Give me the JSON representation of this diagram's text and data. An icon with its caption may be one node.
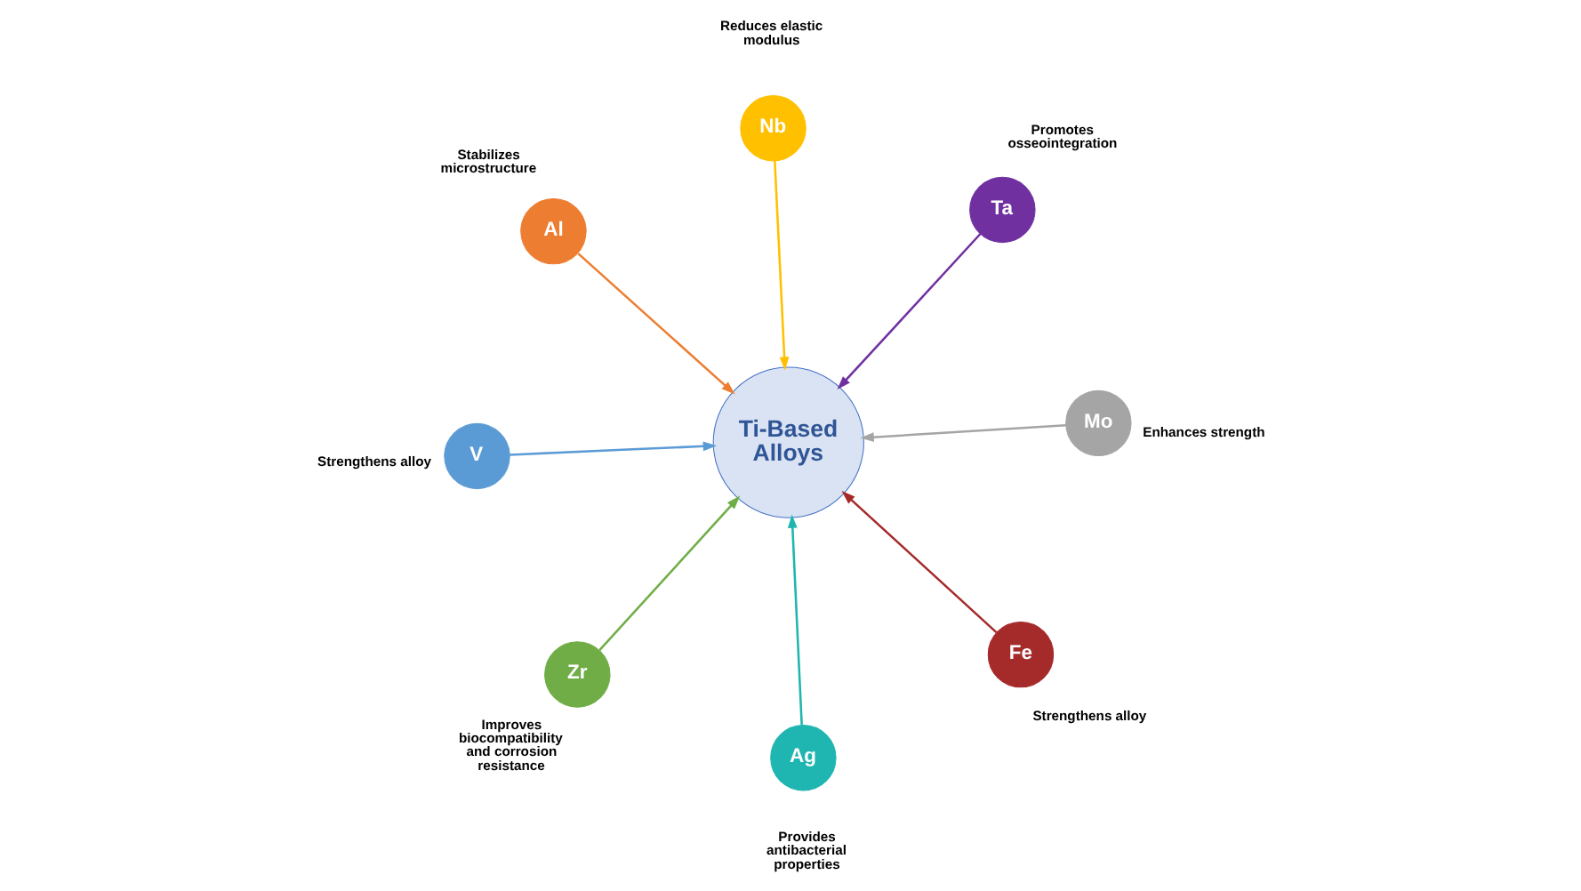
{
  "diagram": {
    "nodes": [
      {
        "text": [
          "Ti-Based Alloys"
        ]
      },
      {
        "text": [
          "Ag"
        ],
        "beside": [
          "Provides antibacterial properties"
        ]
      },
      {
        "text": [
          "Al"
        ],
        "beside": [
          "Stabilizes microstructure"
        ]
      },
      {
        "text": [
          "V"
        ],
        "beside": [
          "Strengthens alloy"
        ]
      },
      {
        "text": [
          "Mo"
        ],
        "beside": [
          "Enhances strength"
        ]
      },
      {
        "text": [
          "Zr"
        ],
        "beside": [
          "Improves biocompatibility and corrosion resistance"
        ]
      },
      {
        "text": [
          "Nb"
        ],
        "beside": [
          "Reduces elastic modulus"
        ]
      },
      {
        "text": [
          "Ta"
        ],
        "beside": [
          "Promotes osseointegration"
        ]
      },
      {
        "text": [
          "Fe"
        ],
        "beside": [
          "Strengthens alloy"
        ]
      }
    ],
    "edges": [
      {
        "from": 1,
        "to": 0,
        "arrow": "to",
        "color": "#1fb5b0"
      },
      {
        "from": 2,
        "to": 0,
        "arrow": "to",
        "color": "#ed7d31"
      },
      {
        "from": 3,
        "to": 0,
        "arrow": "to",
        "color": "#5b9bd5"
      },
      {
        "from": 4,
        "to": 0,
        "arrow": "to",
        "color": "#a5a5a5"
      },
      {
        "from": 5,
        "to": 0,
        "arrow": "to",
        "color": "#70ad47"
      },
      {
        "from": 6,
        "to": 0,
        "arrow": "to",
        "color": "#ffc000"
      },
      {
        "from": 7,
        "to": 0,
        "arrow": "to",
        "color": "#7030a0"
      },
      {
        "from": 8,
        "to": 0,
        "arrow": "to",
        "color": "#a52a2a"
      }
    ]
  }
}
